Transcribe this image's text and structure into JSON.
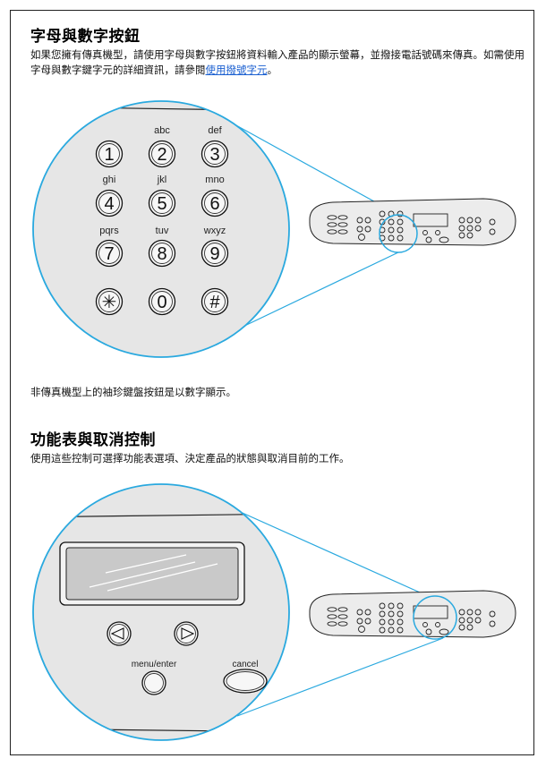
{
  "section1": {
    "title": "字母與數字按鈕",
    "para_before_link": "如果您擁有傳真機型，請使用字母與數字按鈕將資料輸入產品的顯示螢幕，並撥接電話號碼來傳真。如需使用字母與數字鍵字元的詳細資訊，請參閱",
    "link_text": "使用撥號字元",
    "para_after_link": "。",
    "keypad": {
      "keys": [
        {
          "number": "1",
          "letters": ""
        },
        {
          "number": "2",
          "letters": "abc"
        },
        {
          "number": "3",
          "letters": "def"
        },
        {
          "number": "4",
          "letters": "ghi"
        },
        {
          "number": "5",
          "letters": "jkl"
        },
        {
          "number": "6",
          "letters": "mno"
        },
        {
          "number": "7",
          "letters": "pqrs"
        },
        {
          "number": "8",
          "letters": "tuv"
        },
        {
          "number": "9",
          "letters": "wxyz"
        },
        {
          "number": "✳",
          "letters": ""
        },
        {
          "number": "0",
          "letters": ""
        },
        {
          "number": "#",
          "letters": ""
        }
      ]
    },
    "note": "非傳真機型上的袖珍鍵盤按鈕是以數字顯示。"
  },
  "section2": {
    "title": "功能表與取消控制",
    "para": "使用這些控制可選擇功能表選項、決定產品的狀態與取消目前的工作。",
    "menu_enter_label": "menu/enter",
    "cancel_label": "cancel"
  },
  "colors": {
    "callout": "#2aa9df",
    "zoom_fill": "#e6e6e6",
    "panel_fill": "#ececec",
    "line": "#222222",
    "link": "#1a5fd0"
  },
  "icons": [
    "left-arrow-icon",
    "right-arrow-icon",
    "asterisk-icon",
    "hash-icon"
  ]
}
